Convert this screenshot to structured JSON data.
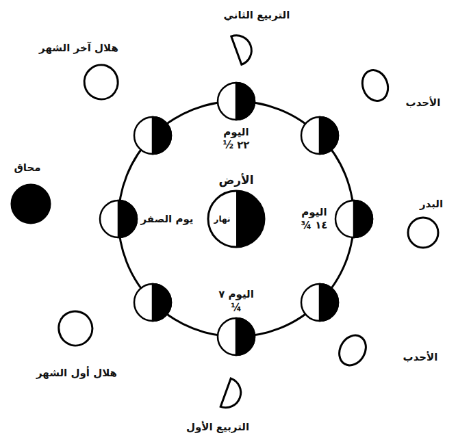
{
  "diagram": {
    "nodes": [
      {
        "text": [
          "الأرض",
          "نهار"
        ]
      }
    ],
    "labels": [
      "التربيع الثاني",
      "هلال آخر الشهر",
      "الأحدب",
      "اليوم ٢٢ ½",
      "محاق",
      "يوم الصفر",
      "اليوم ١٤ ¾",
      "البدر",
      "اليوم ٧ ¼",
      "هلال أول الشهر",
      "الأحدب",
      "التربيع الأول"
    ]
  }
}
